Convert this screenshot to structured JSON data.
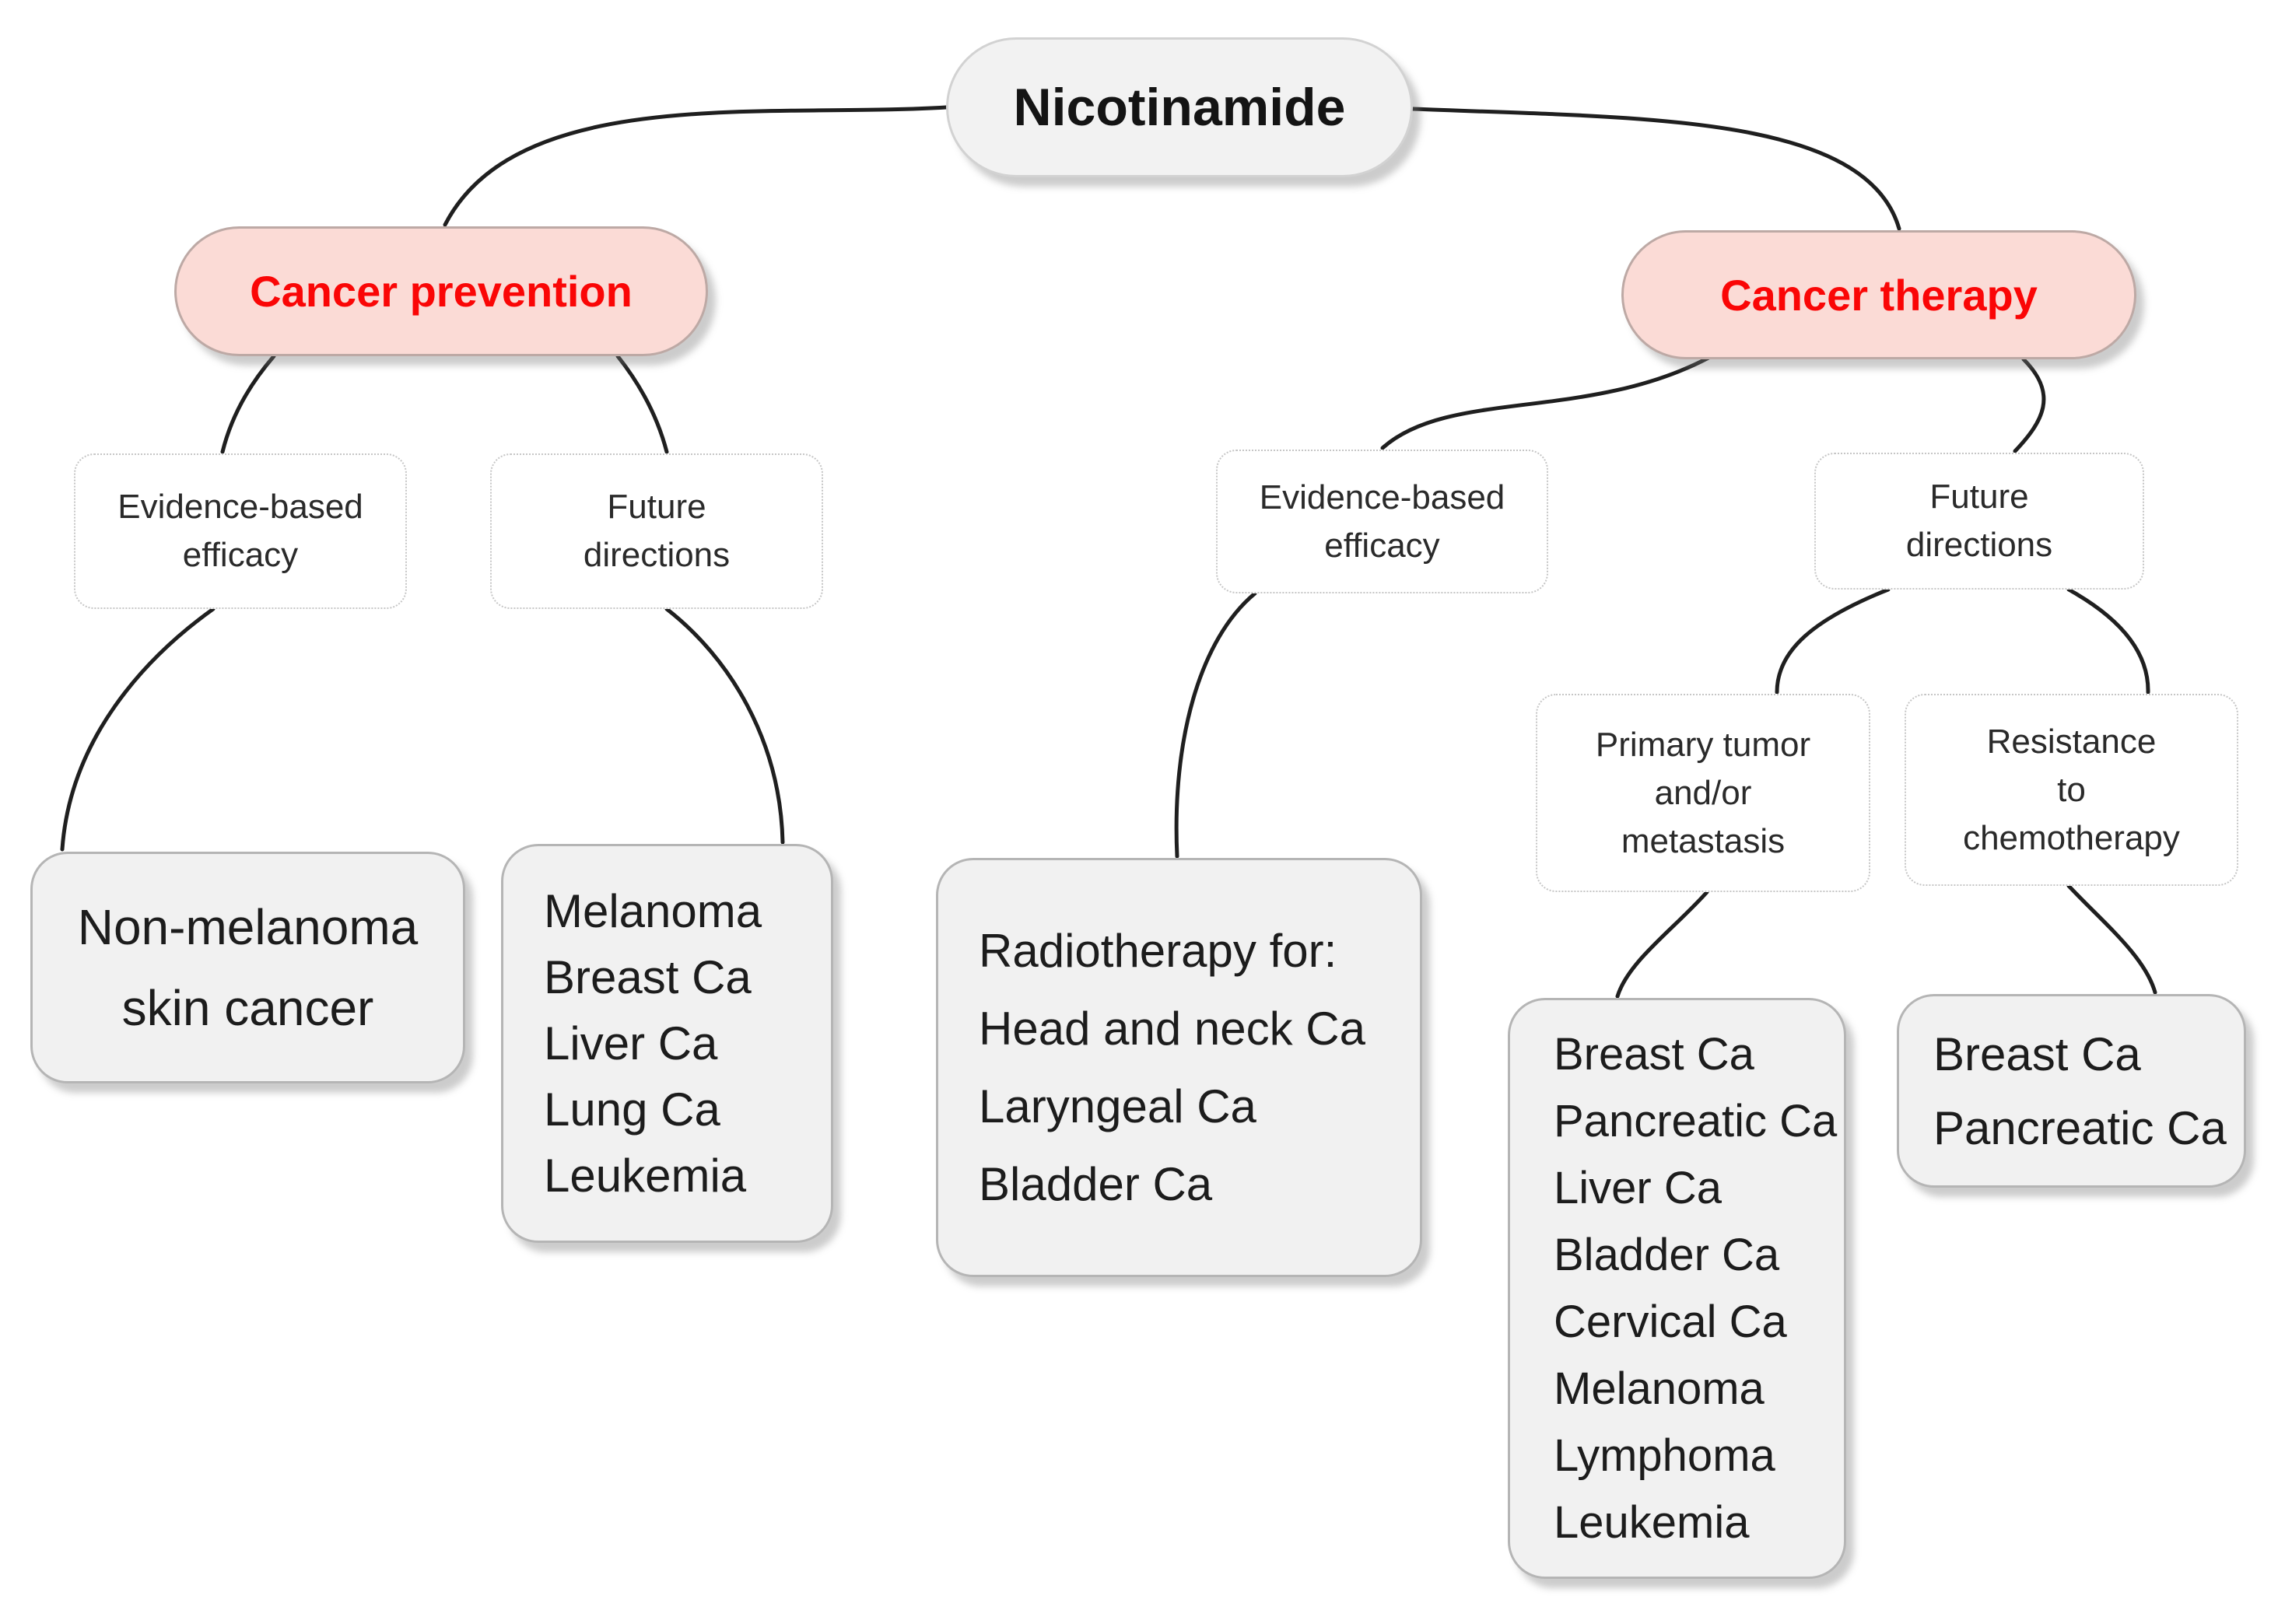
{
  "title": "Nicotinamide in cancer prevention and therapy diagram",
  "colors": {
    "root_fill": "#f2f2f2",
    "branch_fill": "#fbdbd6",
    "branch_text": "#fa0606",
    "terminal_fill": "#f1f1f1",
    "terminal_border": "#b5b5b5",
    "subnode_border": "#c6c6c6",
    "connector": "#1f1f1f",
    "background": "#ffffff"
  },
  "nodes": {
    "root": {
      "label": "Nicotinamide"
    },
    "prevention": {
      "label": "Cancer prevention"
    },
    "therapy": {
      "label": "Cancer therapy"
    },
    "prevention_evidence": {
      "label": "Evidence-based\nefficacy"
    },
    "prevention_future": {
      "label": "Future\ndirections"
    },
    "therapy_evidence": {
      "label": "Evidence-based\nefficacy"
    },
    "therapy_future": {
      "label": "Future\ndirections"
    },
    "primary_tumor": {
      "label": "Primary tumor\nand/or\nmetastasis"
    },
    "resistance": {
      "label": "Resistance\nto\nchemotherapy"
    },
    "non_melanoma": {
      "label": "Non-melanoma\nskin cancer"
    },
    "prevention_future_list": {
      "label": "Melanoma\nBreast Ca\nLiver Ca\nLung Ca\nLeukemia"
    },
    "radiotherapy_list": {
      "label": "Radiotherapy for:\nHead and neck Ca\nLaryngeal Ca\nBladder Ca"
    },
    "primary_tumor_list": {
      "label": "Breast Ca\nPancreatic Ca\nLiver Ca\nBladder Ca\nCervical Ca\nMelanoma\nLymphoma\nLeukemia"
    },
    "resistance_list": {
      "label": "Breast Ca\nPancreatic Ca"
    }
  }
}
